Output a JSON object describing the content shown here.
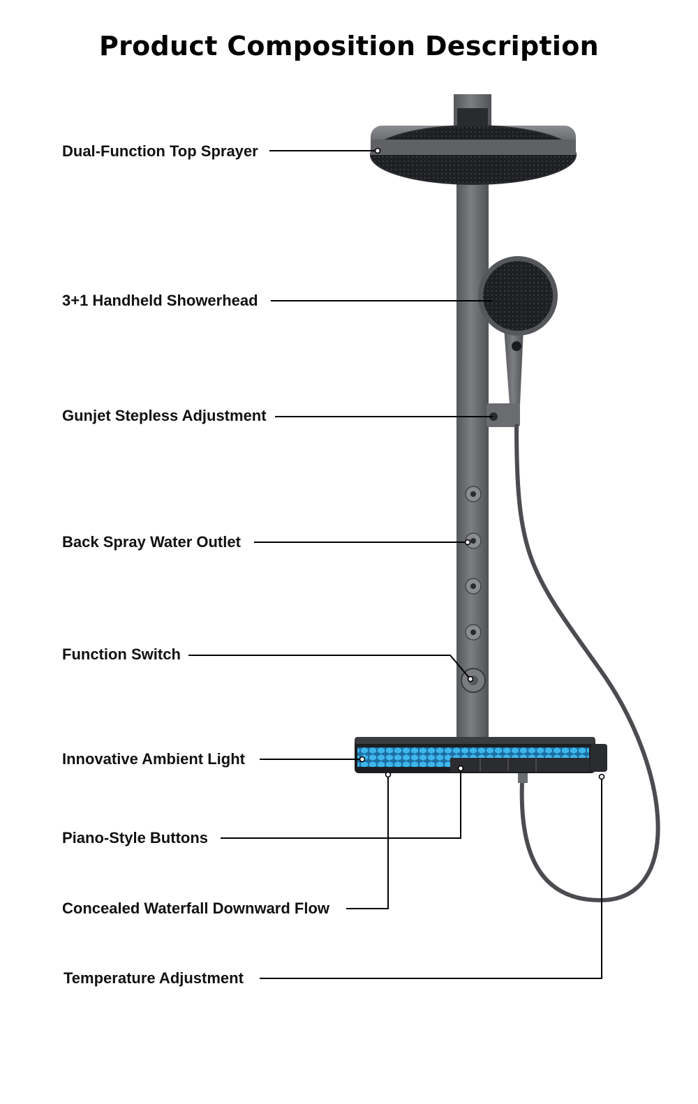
{
  "title": "Product Composition Description",
  "labels": {
    "top_sprayer": "Dual-Function Top Sprayer",
    "handheld": "3+1 Handheld Showerhead",
    "gunjet": "Gunjet Stepless Adjustment",
    "back_spray": "Back Spray Water Outlet",
    "function_switch": "Function Switch",
    "ambient_light": "Innovative Ambient Light",
    "piano_buttons": "Piano-Style Buttons",
    "waterfall": "Concealed Waterfall Downward Flow",
    "temperature": "Temperature Adjustment"
  },
  "colors": {
    "metal": "#6b6d70",
    "metal_dark": "#3a3c3f",
    "panel_black": "#1c1d20",
    "ambient_blue": "#2a9fd8",
    "leader": "#000000"
  }
}
